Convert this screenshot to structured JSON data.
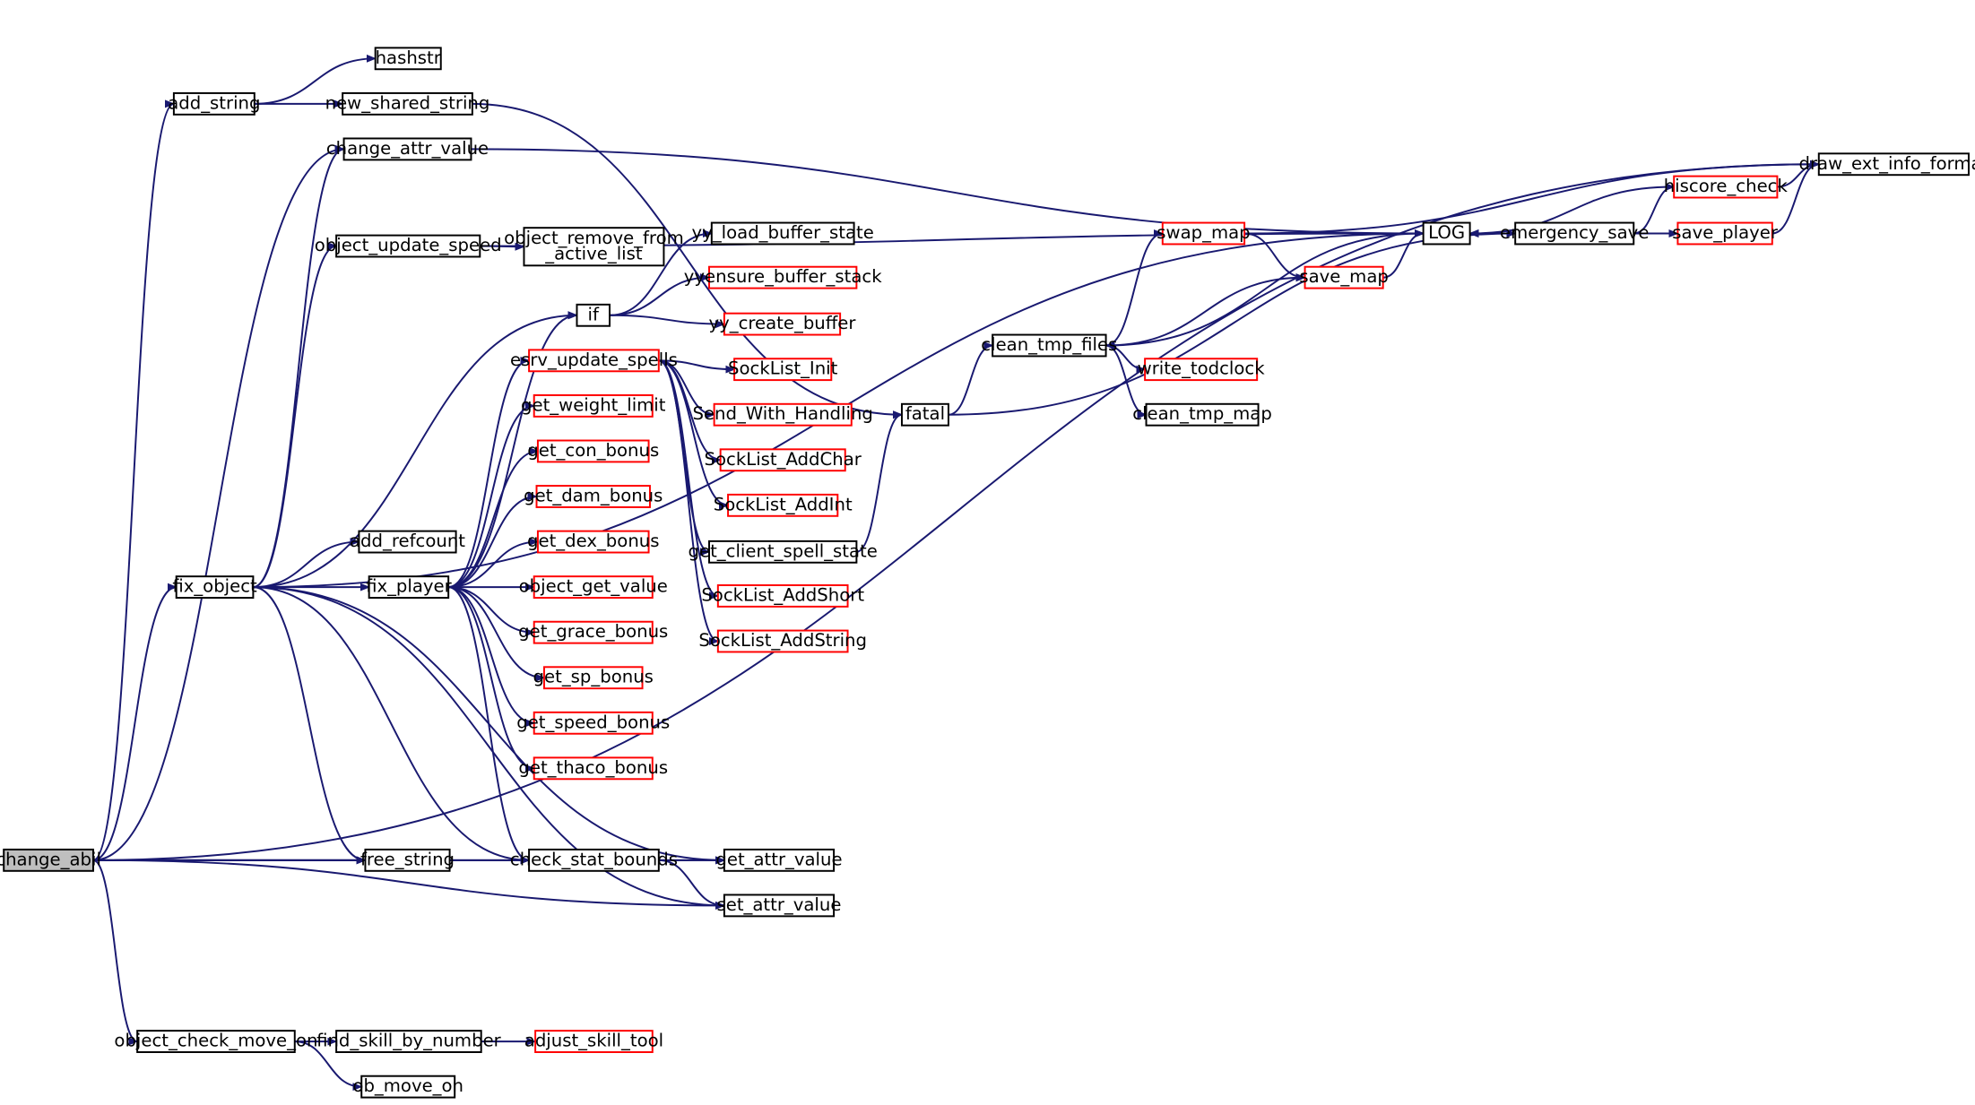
{
  "colors": {
    "edge": "#191970",
    "border_default": "#000000",
    "border_incomplete": "#ff0000",
    "root_fill": "#bfbfbf"
  },
  "nodes": {
    "change_abil": {
      "label": "change_abil",
      "style": "root"
    },
    "add_string": {
      "label": "add_string",
      "style": "default"
    },
    "hashstr": {
      "label": "hashstr",
      "style": "default"
    },
    "new_shared_string": {
      "label": "new_shared_string",
      "style": "default"
    },
    "change_attr_value": {
      "label": "change_attr_value",
      "style": "default"
    },
    "object_update_speed": {
      "label": "object_update_speed",
      "style": "default"
    },
    "object_remove_from_active_list": {
      "label": "object_remove_from\n_active_list",
      "style": "default"
    },
    "if": {
      "label": "if",
      "style": "default"
    },
    "yy_load_buffer_state": {
      "label": "yy_load_buffer_state",
      "style": "default"
    },
    "yyensure_buffer_stack": {
      "label": "yyensure_buffer_stack",
      "style": "incomplete"
    },
    "yy_create_buffer": {
      "label": "yy_create_buffer",
      "style": "incomplete"
    },
    "esrv_update_spells": {
      "label": "esrv_update_spells",
      "style": "incomplete"
    },
    "SockList_Init": {
      "label": "SockList_Init",
      "style": "incomplete"
    },
    "Send_With_Handling": {
      "label": "Send_With_Handling",
      "style": "incomplete"
    },
    "SockList_AddChar": {
      "label": "SockList_AddChar",
      "style": "incomplete"
    },
    "SockList_AddInt": {
      "label": "SockList_AddInt",
      "style": "incomplete"
    },
    "get_client_spell_state": {
      "label": "get_client_spell_state",
      "style": "default"
    },
    "SockList_AddShort": {
      "label": "SockList_AddShort",
      "style": "incomplete"
    },
    "SockList_AddString": {
      "label": "SockList_AddString",
      "style": "incomplete"
    },
    "get_weight_limit": {
      "label": "get_weight_limit",
      "style": "incomplete"
    },
    "get_con_bonus": {
      "label": "get_con_bonus",
      "style": "incomplete"
    },
    "get_dam_bonus": {
      "label": "get_dam_bonus",
      "style": "incomplete"
    },
    "get_dex_bonus": {
      "label": "get_dex_bonus",
      "style": "incomplete"
    },
    "object_get_value": {
      "label": "object_get_value",
      "style": "incomplete"
    },
    "get_grace_bonus": {
      "label": "get_grace_bonus",
      "style": "incomplete"
    },
    "get_sp_bonus": {
      "label": "get_sp_bonus",
      "style": "incomplete"
    },
    "get_speed_bonus": {
      "label": "get_speed_bonus",
      "style": "incomplete"
    },
    "get_thaco_bonus": {
      "label": "get_thaco_bonus",
      "style": "incomplete"
    },
    "add_refcount": {
      "label": "add_refcount",
      "style": "default"
    },
    "fix_object": {
      "label": "fix_object",
      "style": "default"
    },
    "fix_player": {
      "label": "fix_player",
      "style": "default"
    },
    "free_string": {
      "label": "free_string",
      "style": "default"
    },
    "check_stat_bounds": {
      "label": "check_stat_bounds",
      "style": "default"
    },
    "get_attr_value": {
      "label": "get_attr_value",
      "style": "default"
    },
    "set_attr_value": {
      "label": "set_attr_value",
      "style": "default"
    },
    "object_check_move_on": {
      "label": "object_check_move_on",
      "style": "default"
    },
    "find_skill_by_number": {
      "label": "find_skill_by_number",
      "style": "default"
    },
    "adjust_skill_tool": {
      "label": "adjust_skill_tool",
      "style": "incomplete"
    },
    "ob_move_on": {
      "label": "ob_move_on",
      "style": "default"
    },
    "fatal": {
      "label": "fatal",
      "style": "default"
    },
    "clean_tmp_files": {
      "label": "clean_tmp_files",
      "style": "default"
    },
    "write_todclock": {
      "label": "write_todclock",
      "style": "incomplete"
    },
    "clean_tmp_map": {
      "label": "clean_tmp_map",
      "style": "default"
    },
    "swap_map": {
      "label": "swap_map",
      "style": "incomplete"
    },
    "save_map": {
      "label": "save_map",
      "style": "incomplete"
    },
    "LOG": {
      "label": "LOG",
      "style": "default"
    },
    "emergency_save": {
      "label": "emergency_save",
      "style": "default"
    },
    "hiscore_check": {
      "label": "hiscore_check",
      "style": "incomplete"
    },
    "save_player": {
      "label": "save_player",
      "style": "incomplete"
    },
    "draw_ext_info_format": {
      "label": "draw_ext_info_format",
      "style": "default"
    }
  },
  "edges": [
    [
      "change_abil",
      "add_string"
    ],
    [
      "change_abil",
      "draw_ext_info_format"
    ],
    [
      "change_abil",
      "change_attr_value"
    ],
    [
      "change_abil",
      "fix_object"
    ],
    [
      "change_abil",
      "free_string"
    ],
    [
      "change_abil",
      "check_stat_bounds"
    ],
    [
      "change_abil",
      "get_attr_value"
    ],
    [
      "change_abil",
      "set_attr_value"
    ],
    [
      "change_abil",
      "object_check_move_on"
    ],
    [
      "add_string",
      "hashstr"
    ],
    [
      "add_string",
      "new_shared_string"
    ],
    [
      "new_shared_string",
      "fatal"
    ],
    [
      "change_attr_value",
      "LOG"
    ],
    [
      "object_update_speed",
      "object_remove_from_active_list"
    ],
    [
      "object_update_speed",
      "LOG"
    ],
    [
      "if",
      "yy_load_buffer_state"
    ],
    [
      "if",
      "yyensure_buffer_stack"
    ],
    [
      "if",
      "yy_create_buffer"
    ],
    [
      "esrv_update_spells",
      "SockList_Init"
    ],
    [
      "esrv_update_spells",
      "Send_With_Handling"
    ],
    [
      "esrv_update_spells",
      "SockList_AddChar"
    ],
    [
      "esrv_update_spells",
      "SockList_AddInt"
    ],
    [
      "esrv_update_spells",
      "get_client_spell_state"
    ],
    [
      "esrv_update_spells",
      "SockList_AddShort"
    ],
    [
      "esrv_update_spells",
      "SockList_AddString"
    ],
    [
      "get_client_spell_state",
      "fatal"
    ],
    [
      "fix_object",
      "change_attr_value"
    ],
    [
      "fix_object",
      "LOG"
    ],
    [
      "fix_object",
      "object_update_speed"
    ],
    [
      "fix_object",
      "if"
    ],
    [
      "fix_object",
      "add_refcount"
    ],
    [
      "fix_object",
      "fix_player"
    ],
    [
      "fix_object",
      "free_string"
    ],
    [
      "fix_object",
      "check_stat_bounds"
    ],
    [
      "fix_object",
      "get_attr_value"
    ],
    [
      "fix_object",
      "set_attr_value"
    ],
    [
      "fix_player",
      "if"
    ],
    [
      "fix_player",
      "esrv_update_spells"
    ],
    [
      "fix_player",
      "get_weight_limit"
    ],
    [
      "fix_player",
      "get_con_bonus"
    ],
    [
      "fix_player",
      "get_dam_bonus"
    ],
    [
      "fix_player",
      "get_dex_bonus"
    ],
    [
      "fix_player",
      "object_get_value"
    ],
    [
      "fix_player",
      "get_grace_bonus"
    ],
    [
      "fix_player",
      "get_sp_bonus"
    ],
    [
      "fix_player",
      "get_speed_bonus"
    ],
    [
      "fix_player",
      "get_thaco_bonus"
    ],
    [
      "fix_player",
      "check_stat_bounds"
    ],
    [
      "check_stat_bounds",
      "get_attr_value"
    ],
    [
      "check_stat_bounds",
      "set_attr_value"
    ],
    [
      "object_check_move_on",
      "find_skill_by_number"
    ],
    [
      "object_check_move_on",
      "ob_move_on"
    ],
    [
      "find_skill_by_number",
      "adjust_skill_tool"
    ],
    [
      "fatal",
      "clean_tmp_files"
    ],
    [
      "fatal",
      "emergency_save"
    ],
    [
      "clean_tmp_files",
      "swap_map"
    ],
    [
      "clean_tmp_files",
      "save_map"
    ],
    [
      "clean_tmp_files",
      "write_todclock"
    ],
    [
      "clean_tmp_files",
      "clean_tmp_map"
    ],
    [
      "swap_map",
      "LOG"
    ],
    [
      "swap_map",
      "save_map"
    ],
    [
      "swap_map",
      "draw_ext_info_format"
    ],
    [
      "save_map",
      "LOG"
    ],
    [
      "LOG",
      "clean_tmp_files"
    ],
    [
      "LOG",
      "emergency_save"
    ],
    [
      "emergency_save",
      "LOG"
    ],
    [
      "emergency_save",
      "hiscore_check"
    ],
    [
      "emergency_save",
      "save_player"
    ],
    [
      "hiscore_check",
      "LOG"
    ],
    [
      "hiscore_check",
      "draw_ext_info_format"
    ],
    [
      "save_player",
      "LOG"
    ],
    [
      "save_player",
      "draw_ext_info_format"
    ]
  ]
}
